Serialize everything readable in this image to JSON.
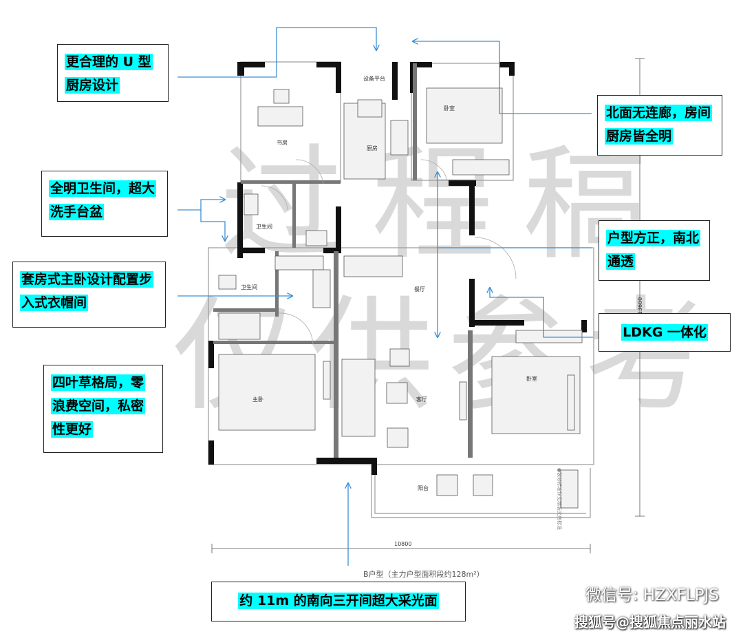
{
  "watermark": {
    "line1": "过程稿",
    "line2": "仅供参考"
  },
  "rooms": {
    "study": "书房",
    "platform": "设备平台",
    "kitchen": "厨房",
    "bedroom_north": "卧室",
    "bathroom_upper": "卫生间",
    "bathroom_master": "卫生间",
    "dining": "餐厅",
    "living": "客厅",
    "master": "主卧",
    "bedroom_south": "卧室",
    "balcony": "阳台"
  },
  "dimensions": {
    "width": "10800",
    "height": "13600"
  },
  "plan_caption": "B户型（主力户型面积段约128m²）",
  "side_note": "●装修标准详见精装交房标准",
  "callouts": {
    "u_kitchen": "更合理的 U 型厨房设计",
    "bright_bath": "全明卫生间，超大洗手台盆",
    "master_suite": "套房式主卧设计配置步入式衣帽间",
    "clover": "四叶草格局，零浪费空间，私密性更好",
    "north_light": "北面无连廊，房间厨房皆全明",
    "square": "户型方正，南北通透",
    "ldkg": "LDKG 一体化",
    "south_face": "约 11m 的南向三开间超大采光面"
  },
  "watermarks": {
    "wechat": "微信号: HZXFLPJS",
    "sohu": "搜狐号@搜狐焦点丽水站"
  },
  "colors": {
    "highlight": "#00ffff",
    "arrow": "#3b8fd6",
    "wall": "#111111"
  }
}
